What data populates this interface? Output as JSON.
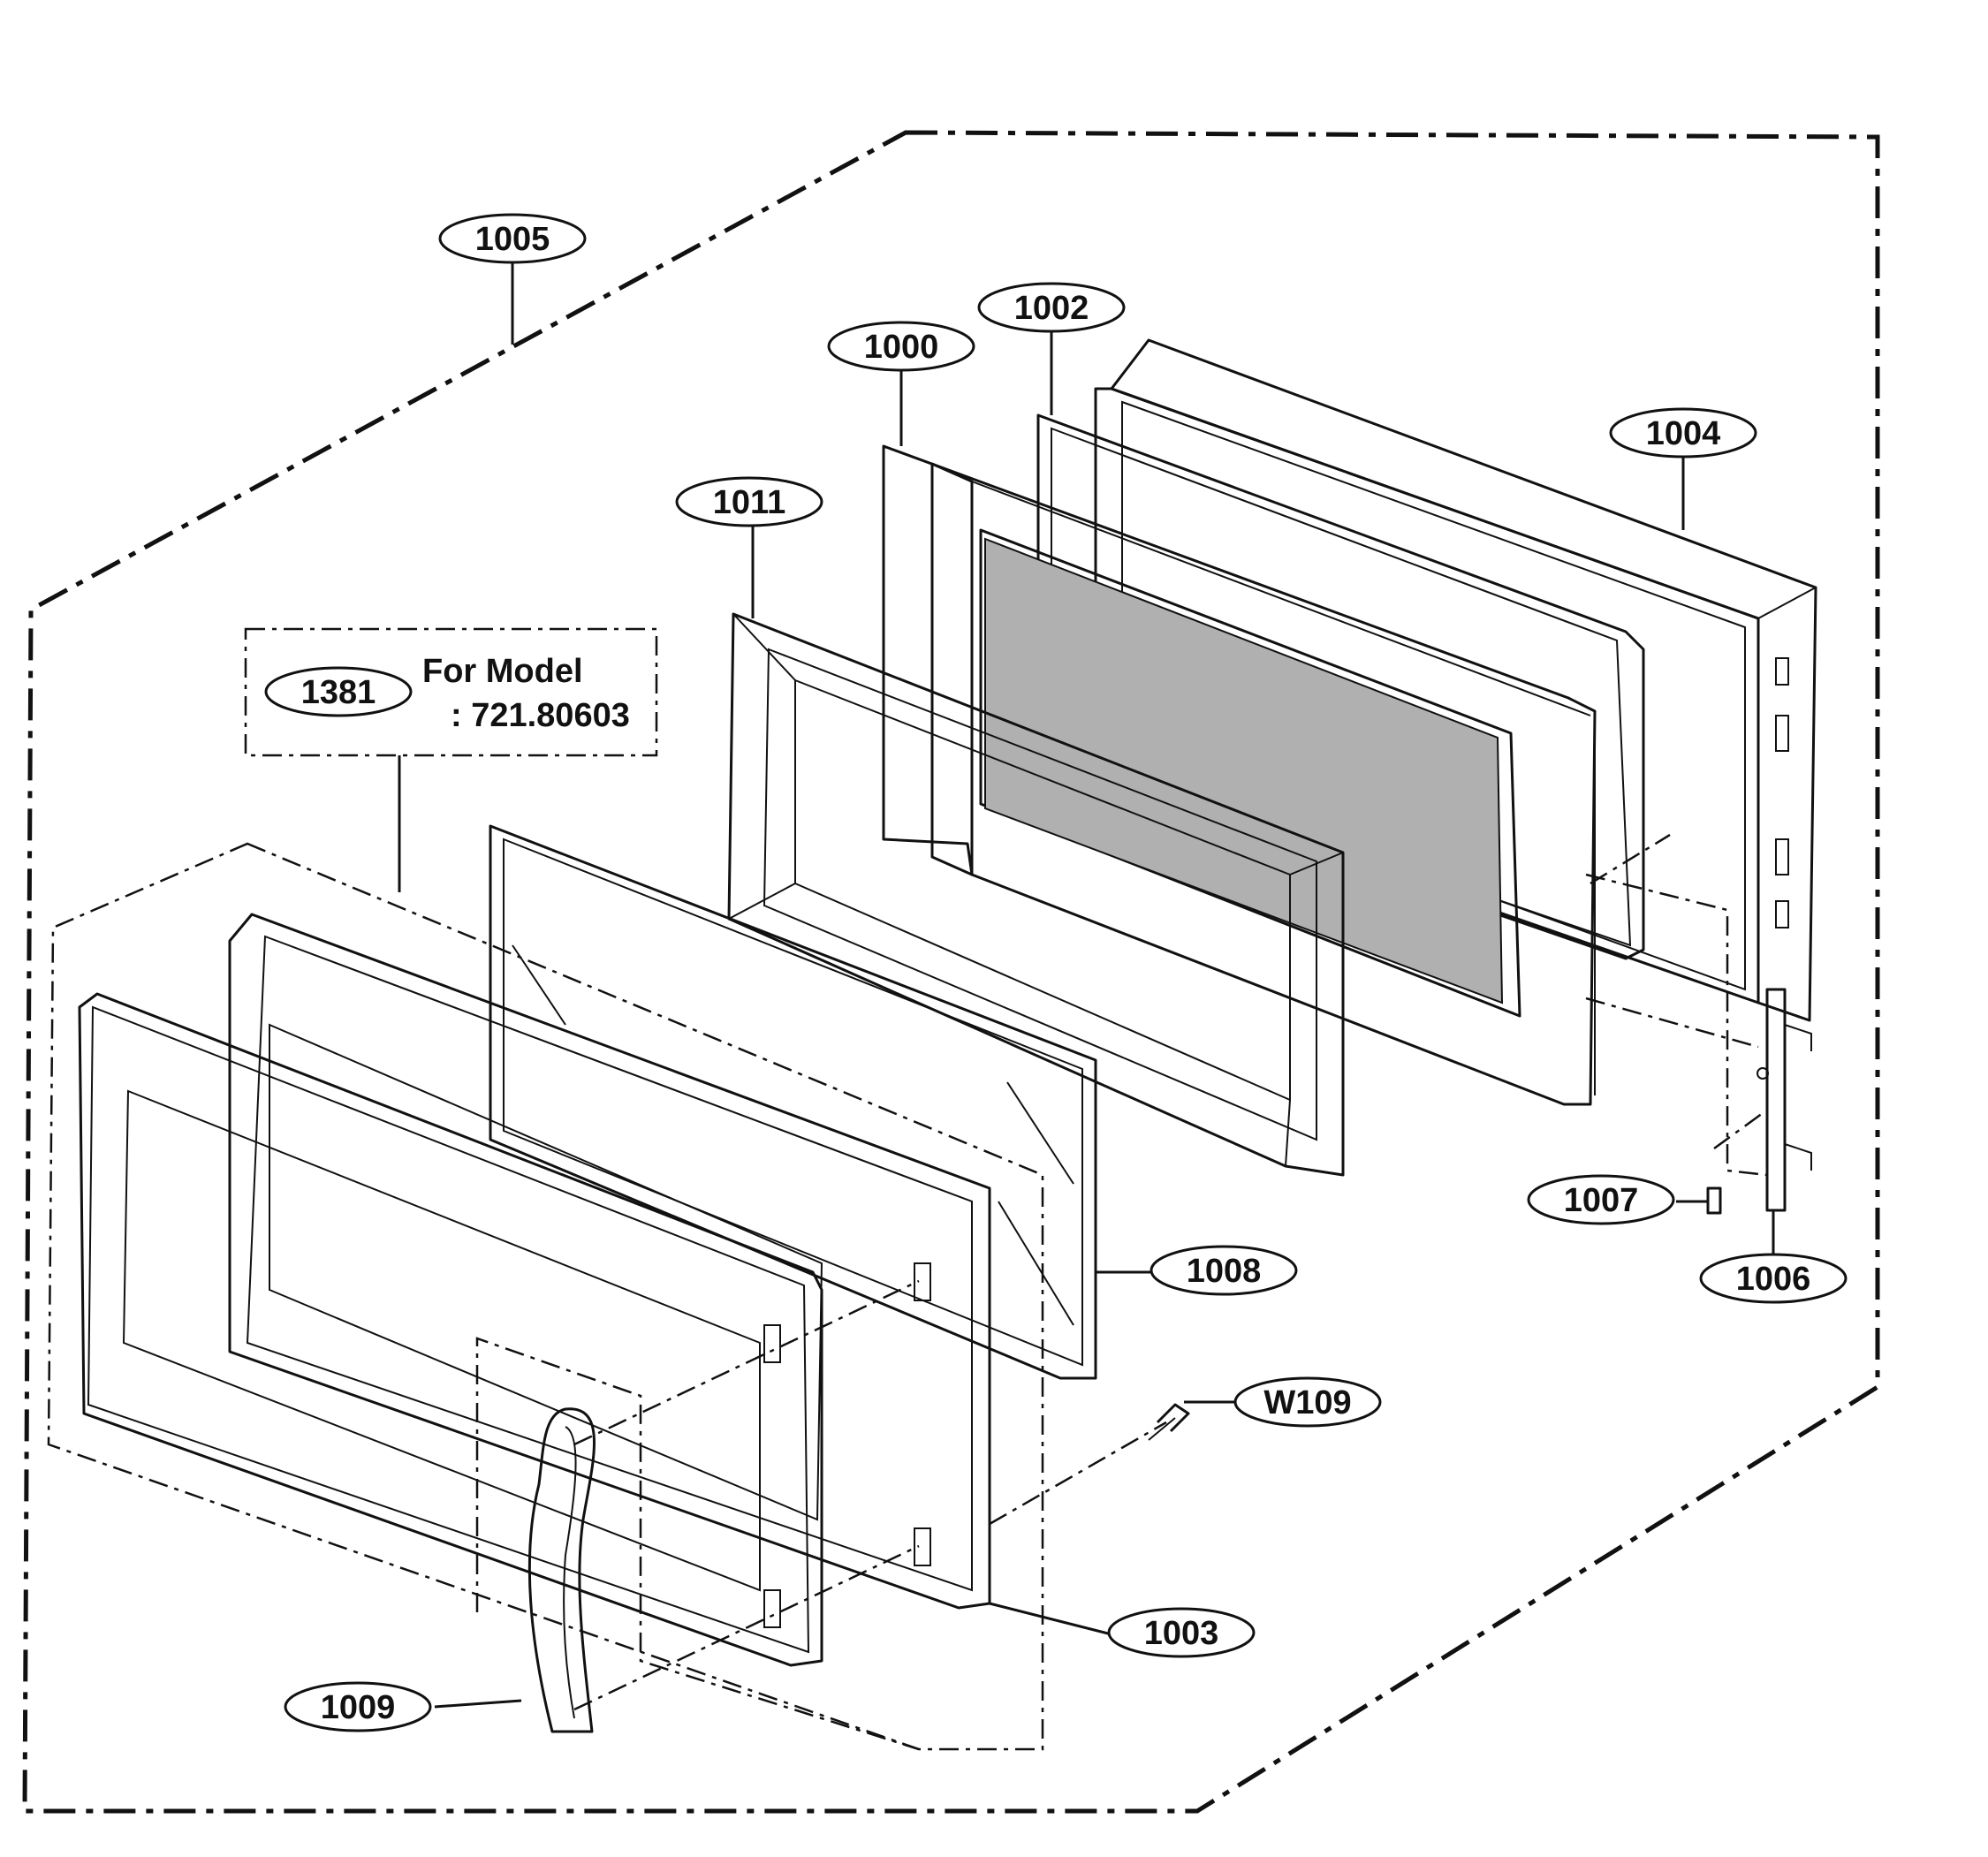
{
  "callouts": [
    {
      "id": "1005",
      "text": "1005"
    },
    {
      "id": "1002",
      "text": "1002"
    },
    {
      "id": "1000",
      "text": "1000"
    },
    {
      "id": "1004",
      "text": "1004"
    },
    {
      "id": "1011",
      "text": "1011"
    },
    {
      "id": "1381",
      "text": "1381"
    },
    {
      "id": "1007",
      "text": "1007"
    },
    {
      "id": "1008",
      "text": "1008"
    },
    {
      "id": "1006",
      "text": "1006"
    },
    {
      "id": "W109",
      "text": "W109"
    },
    {
      "id": "1003",
      "text": "1003"
    },
    {
      "id": "1009",
      "text": "1009"
    }
  ],
  "model_note": {
    "line1": "For Model",
    "line2": ": 721.80603"
  }
}
